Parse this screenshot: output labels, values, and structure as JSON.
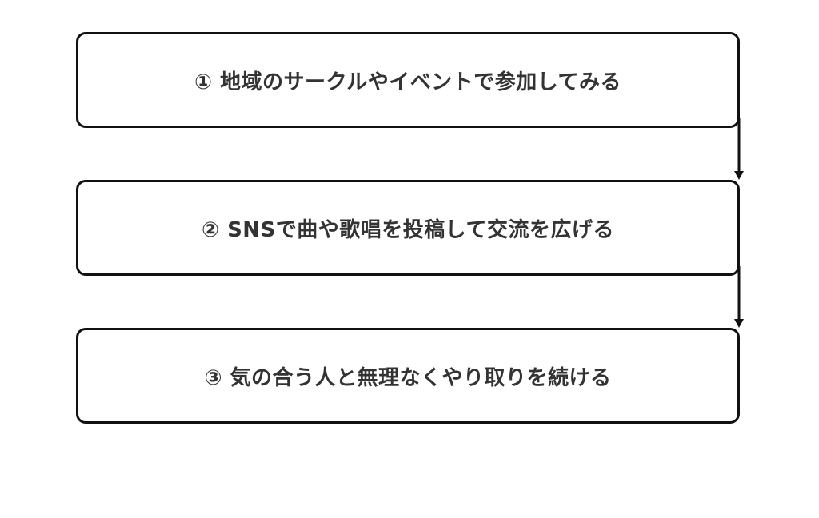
{
  "steps": [
    {
      "label": "① 地域のサークルやイベントで参加してみる"
    },
    {
      "label": "② SNSで曲や歌唱を投稿して交流を広げる"
    },
    {
      "label": "③ 気の合う人と無理なくやり取りを続ける"
    }
  ]
}
